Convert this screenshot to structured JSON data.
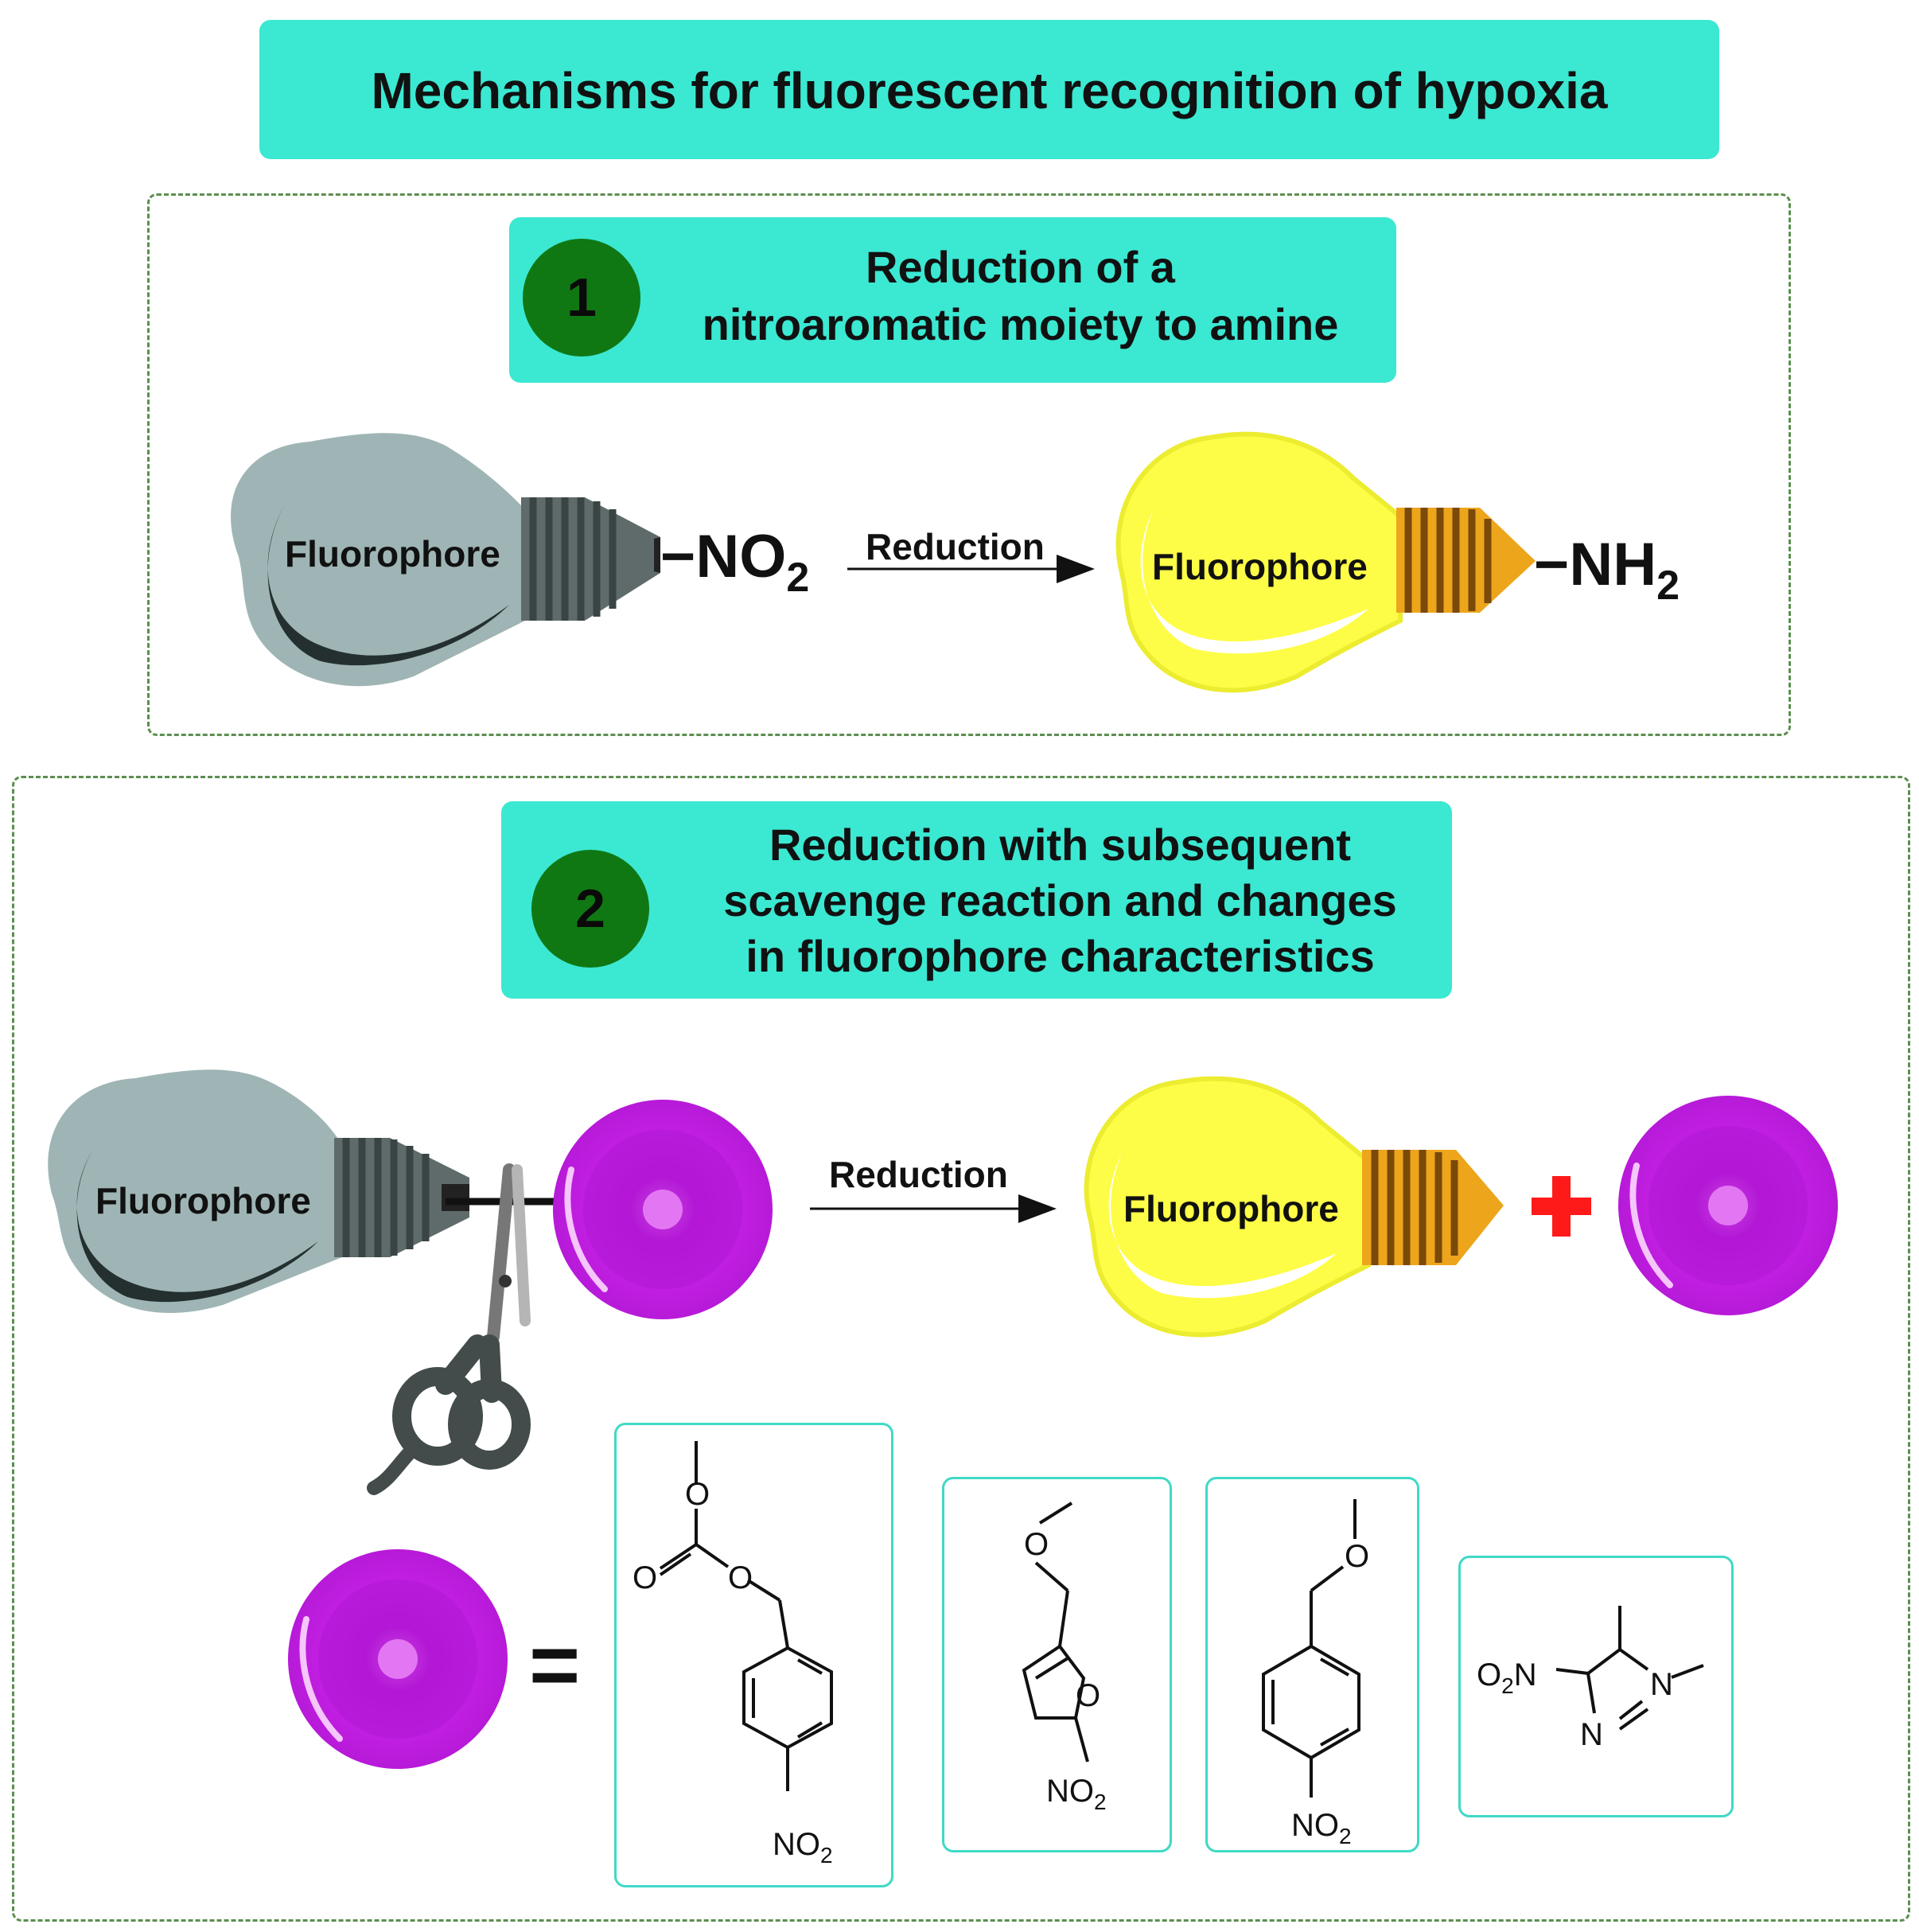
{
  "title": "Mechanisms for fluorescent recognition of hypoxia",
  "panel1": {
    "number": "1",
    "heading": [
      "Reduction of a",
      "nitroaromatic moiety to amine"
    ],
    "left_label": "Fluorophore",
    "left_group": "NO",
    "left_group_sub": "2",
    "arrow_label": "Reduction",
    "right_label": "Fluorophore",
    "right_group": "NH",
    "right_group_sub": "2"
  },
  "panel2": {
    "number": "2",
    "heading": [
      "Reduction with subsequent",
      "scavenge reaction and changes",
      "in fluorophore characteristics"
    ],
    "left_label": "Fluorophore",
    "arrow_label": "Reduction",
    "right_label": "Fluorophore",
    "plus": "+",
    "equals": "=",
    "structures": {
      "s1": {
        "o1": "O",
        "o2": "O",
        "o3": "O",
        "group": "NO",
        "sub": "2"
      },
      "s2": {
        "o1": "O",
        "o2": "O",
        "group": "NO",
        "sub": "2"
      },
      "s3": {
        "o1": "O",
        "group": "NO",
        "sub": "2"
      },
      "s4": {
        "pre": "O",
        "pre_sub": "2",
        "pre_n": "N",
        "n1": "N",
        "n2": "N"
      }
    }
  },
  "colors": {
    "banner": "#3be8d2",
    "number_circle": "#107813",
    "panel_border": "#5b8f4e",
    "bulb_off": "#9fb5b5",
    "bulb_on": "#fdfd47",
    "base_off": "#5f6b6b",
    "base_on": "#e8a020",
    "ball": "#c21ee0",
    "plus": "#ff1a1a"
  }
}
